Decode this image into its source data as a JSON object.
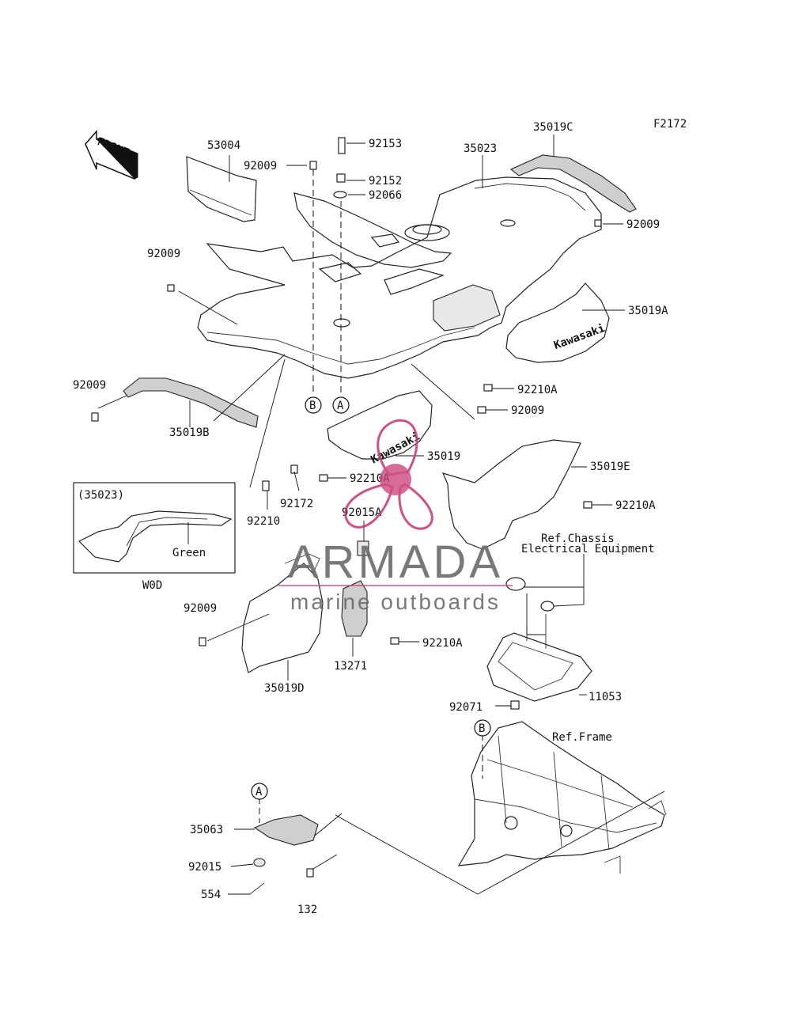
{
  "figure_code": "F2172",
  "front_label": "FRONT",
  "callouts": {
    "p53004": "53004",
    "p92009_a": "92009",
    "p92153": "92153",
    "p92152": "92152",
    "p92066": "92066",
    "p35023": "35023",
    "p35019C": "35019C",
    "p92009_b": "92009",
    "p92009_c": "92009",
    "p35019A": "35019A",
    "p92210A_a": "92210A",
    "p92009_d": "92009",
    "p92009_e": "92009",
    "p35019B": "35019B",
    "p35019": "35019",
    "p92210A_b": "92210A",
    "p35019E": "35019E",
    "p92210A_c": "92210A",
    "p92172": "92172",
    "p92210": "92210",
    "p92015A": "92015A",
    "p92009_f": "92009",
    "p92210A_d": "92210A",
    "p13271": "13271",
    "p35019D": "35019D",
    "p11053": "11053",
    "p92071": "92071",
    "p35063": "35063",
    "p92015": "92015",
    "p554": "554",
    "p132": "132"
  },
  "refs": {
    "chassis_line1": "Ref.Chassis",
    "chassis_line2": "Electrical Equipment",
    "frame": "Ref.Frame"
  },
  "markers": {
    "a1": "A",
    "b1": "B",
    "a2": "A",
    "b2": "B"
  },
  "inset": {
    "title": "(35023)",
    "color_label": "Green",
    "model": "W0D"
  },
  "fender_brand": "Kawasaki",
  "watermark": {
    "brand": "ARMADA",
    "tagline": "marine outboards",
    "logo_color": "#c8407a",
    "text_color": "#6b6b6b"
  }
}
